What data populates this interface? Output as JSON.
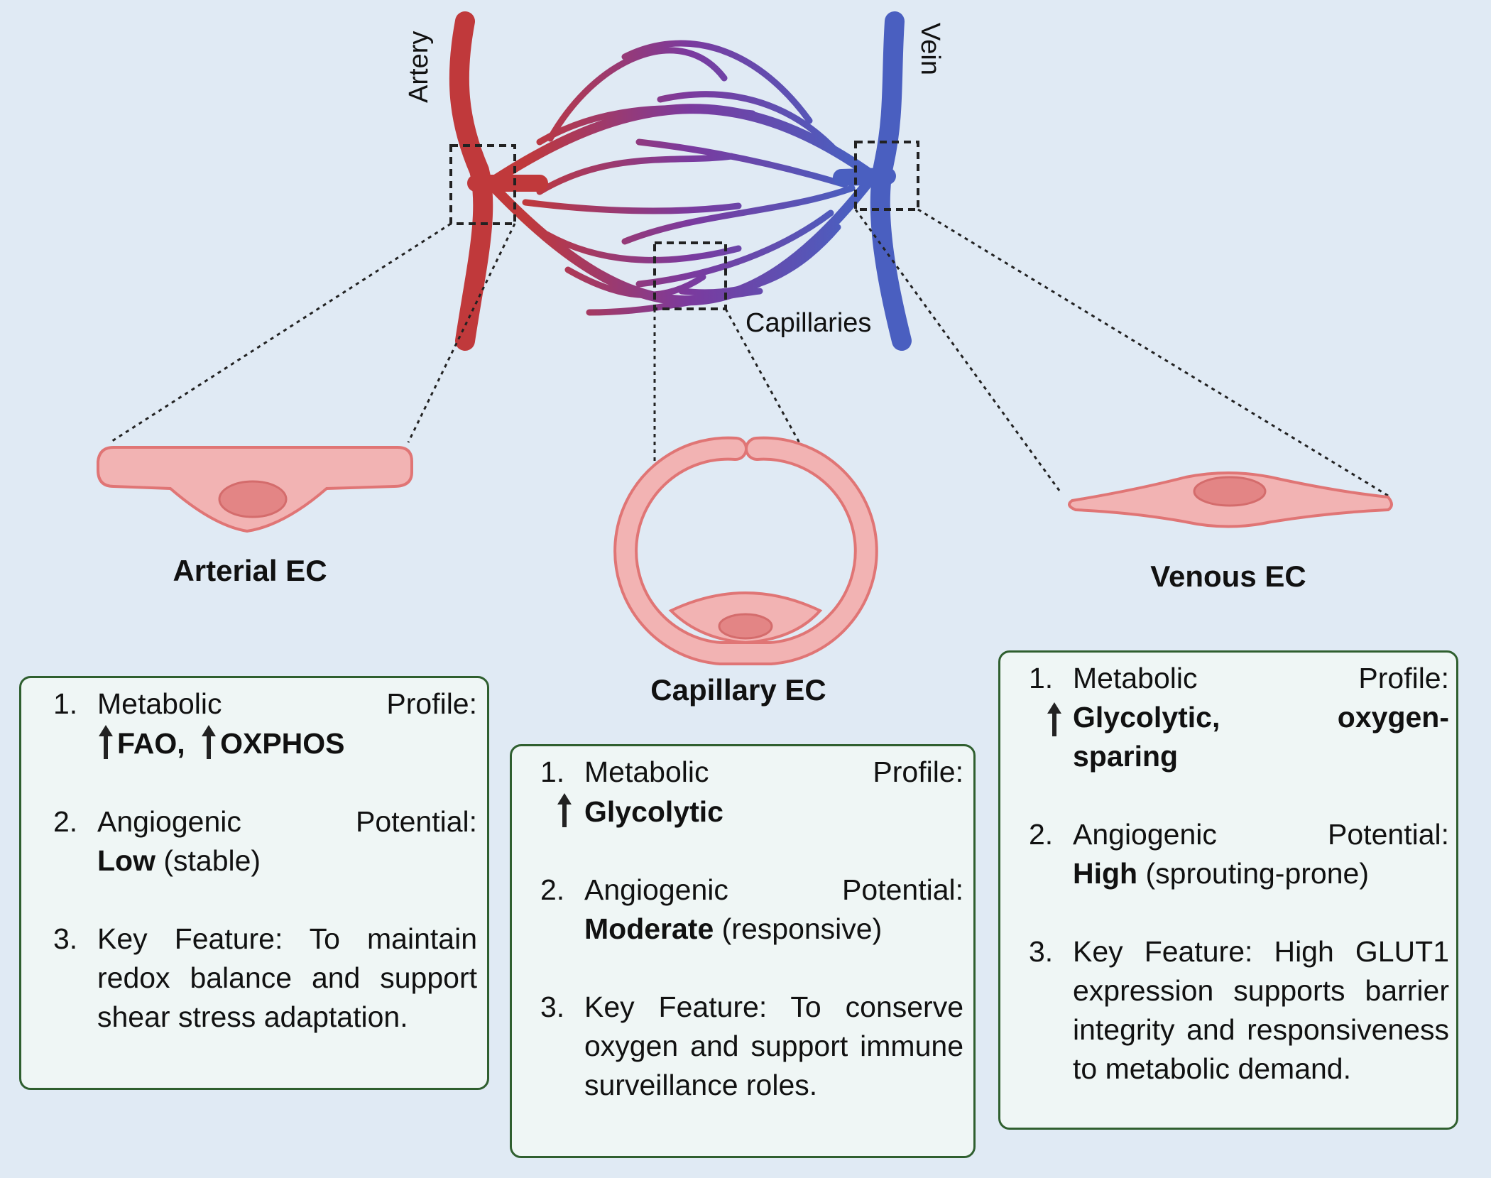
{
  "vessels": {
    "artery_label": "Artery",
    "vein_label": "Vein",
    "capillaries_label": "Capillaries"
  },
  "colors": {
    "background": "#e0eaf4",
    "artery": "#c0393b",
    "vein": "#4a5fc0",
    "cell_fill": "#f2b3b3",
    "cell_stroke": "#e07575",
    "nucleus": "#e38585",
    "box_border": "#2f5f2f",
    "box_fill": "#eff6f5"
  },
  "cells": {
    "arterial": "Arterial EC",
    "capillary": "Capillary EC",
    "venous": "Venous EC"
  },
  "boxes": {
    "arterial": {
      "item1": {
        "num": "1.",
        "label_a": "Metabolic",
        "label_b": "Profile:",
        "value_a": "FAO,",
        "value_b": "OXPHOS"
      },
      "item2": {
        "num": "2.",
        "label_a": "Angiogenic",
        "label_b": "Potential:",
        "value_bold": "Low",
        "value_rest": " (stable)"
      },
      "item3": {
        "num": "3.",
        "text": "Key Feature: To maintain redox balance and support shear stress adaptation."
      }
    },
    "capillary": {
      "item1": {
        "num": "1.",
        "label_a": "Metabolic",
        "label_b": "Profile:",
        "value_a": "Glycolytic"
      },
      "item2": {
        "num": "2.",
        "label_a": "Angiogenic",
        "label_b": "Potential:",
        "value_bold": "Moderate",
        "value_rest": " (responsive)"
      },
      "item3": {
        "num": "3.",
        "text": "Key Feature: To conserve oxygen and support immune surveillance roles."
      }
    },
    "venous": {
      "item1": {
        "num": "1.",
        "label_a": "Metabolic",
        "label_b": "Profile:",
        "value_a": "Glycolytic,",
        "value_b": "oxygen-",
        "value_c": "sparing"
      },
      "item2": {
        "num": "2.",
        "label_a": "Angiogenic",
        "label_b": "Potential:",
        "value_bold": "High",
        "value_rest": " (sprouting-prone)"
      },
      "item3": {
        "num": "3.",
        "text": "Key Feature: High GLUT1 expression supports barrier integrity and responsiveness to metabolic demand."
      }
    }
  }
}
